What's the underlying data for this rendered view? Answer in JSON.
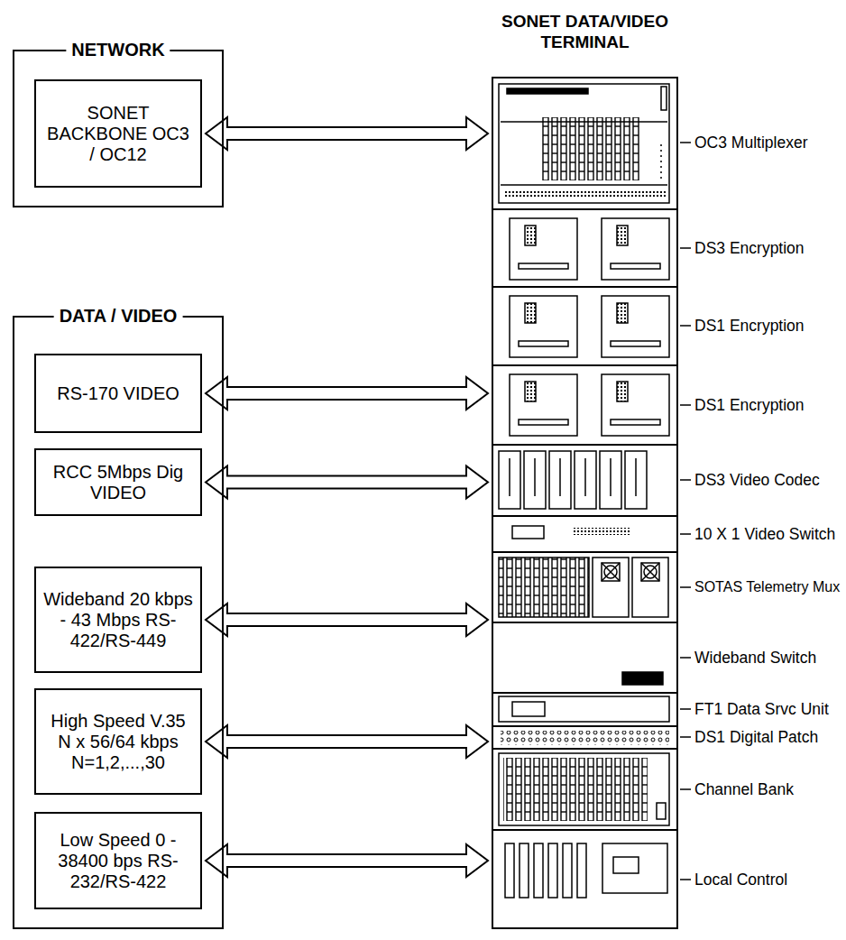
{
  "diagram": {
    "nodes": [
      {
        "text": [
          "NETWORK"
        ]
      },
      {
        "text": [
          "SONET BACKBONE OC3 / OC12"
        ],
        "in": 0
      },
      {
        "text": [
          "SONET DATA/VIDEO TERMINAL"
        ]
      },
      {
        "text": [
          "DATA / VIDEO"
        ]
      },
      {
        "text": [
          "RS-170 VIDEO"
        ],
        "in": 3
      },
      {
        "text": [
          "RCC 5Mbps Dig VIDEO"
        ],
        "in": 3
      },
      {
        "text": [
          "Wideband 20 kbps - 43 Mbps RS-422/RS-449"
        ],
        "in": 3
      },
      {
        "text": [
          "High Speed V.35 N x 56/64 kbps N=1,2,...,30"
        ],
        "in": 3
      },
      {
        "text": [
          "Low Speed 0 - 38400 bps RS-232/RS-422"
        ],
        "in": 3
      }
    ],
    "edges": [
      {
        "from": 1,
        "to": 2,
        "arrow": "both"
      },
      {
        "from": 4,
        "to": 2,
        "arrow": "both"
      },
      {
        "from": 5,
        "to": 2,
        "arrow": "both"
      },
      {
        "from": 6,
        "to": 2,
        "arrow": "both"
      },
      {
        "from": 7,
        "to": 2,
        "arrow": "both"
      },
      {
        "from": 8,
        "to": 2,
        "arrow": "both"
      }
    ],
    "labels": [
      "OC3 Multiplexer",
      "DS3 Encryption",
      "DS1 Encryption",
      "DS1 Encryption",
      "DS3 Video Codec",
      "10 X 1 Video Switch",
      "SOTAS Telemetry Mux",
      "Wideband Switch",
      "FT1 Data Srvc Unit",
      "DS1 Digital Patch",
      "Channel Bank",
      "Local Control"
    ]
  }
}
